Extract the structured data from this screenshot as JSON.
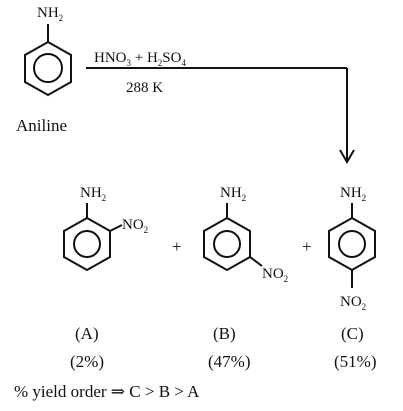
{
  "reactant": {
    "nh2": "NH2",
    "name": "Aniline"
  },
  "conditions": {
    "reagents": "HNO3 + H2SO4",
    "temperature": "288 K"
  },
  "products": [
    {
      "nh2": "NH2",
      "no2": "NO2",
      "label": "(A)",
      "yield": "(2%)"
    },
    {
      "nh2": "NH2",
      "no2": "NO2",
      "label": "(B)",
      "yield": "(47%)"
    },
    {
      "nh2": "NH2",
      "no2": "NO2",
      "label": "(C)",
      "yield": "(51%)"
    }
  ],
  "plus": "+",
  "conclusion": "% yield order ⇒ C > B > A"
}
